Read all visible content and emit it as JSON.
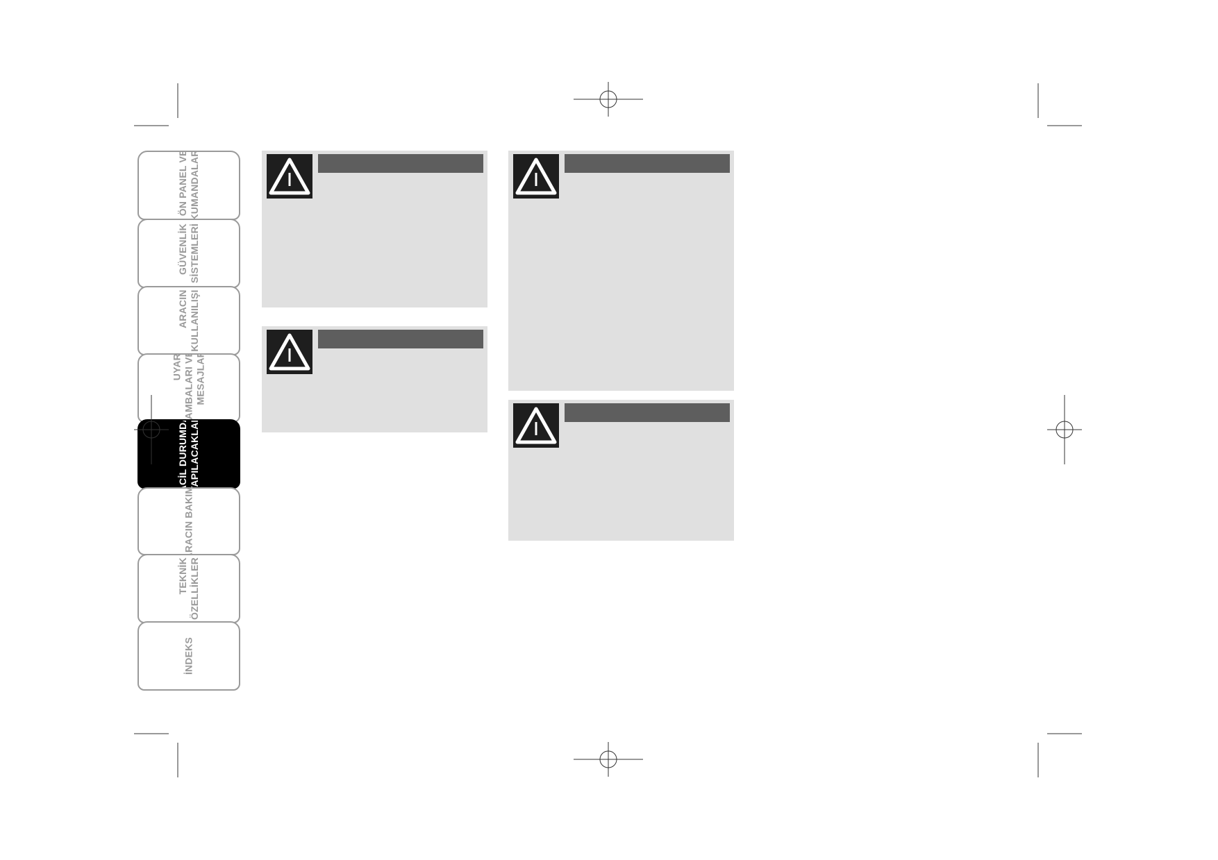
{
  "side_tabs": [
    {
      "label": "ÖN PANEL VE\nKUMANDALAR",
      "active": false
    },
    {
      "label": "GÜVENLİK\nSİSTEMLERİ",
      "active": false
    },
    {
      "label": "ARACIN\nKULLANILIŞI",
      "active": false
    },
    {
      "label": "UYARI\nLAMBALARI VE\nMESAJLAR",
      "active": false
    },
    {
      "label": "ACİL DURUMDA\nYAPILACAKLAR",
      "active": true
    },
    {
      "label": "ARACIN BAKIMI",
      "active": false
    },
    {
      "label": "TEKNİK\nÖZELLİKLER",
      "active": false
    },
    {
      "label": "İNDEKS",
      "active": false
    }
  ],
  "warning_boxes": [
    {
      "icon": "warning-triangle-icon"
    },
    {
      "icon": "warning-triangle-icon"
    },
    {
      "icon": "warning-triangle-icon"
    },
    {
      "icon": "warning-triangle-icon"
    }
  ],
  "colors": {
    "box_background": "#e0e0e0",
    "header_bar": "#5e5e5e",
    "icon_background": "#1e1e1e",
    "tab_border": "#9a9a9a",
    "active_tab": "#000000"
  }
}
